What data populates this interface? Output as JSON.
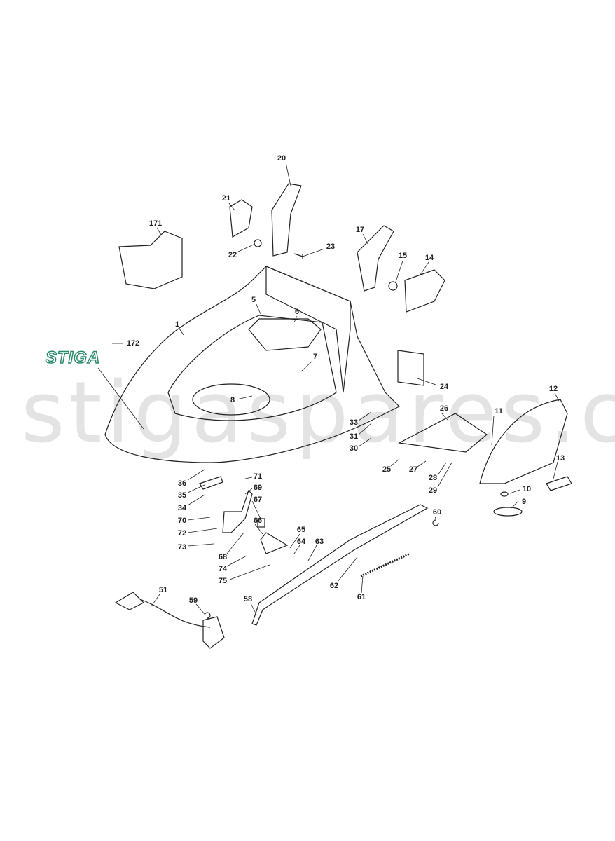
{
  "watermark": "stigaspares.co.uk",
  "logo_text": "STIGA",
  "colors": {
    "line": "#222222",
    "logo": "#2a8a6c",
    "watermark": "#e3e3e3"
  },
  "labels": {
    "p20": "20",
    "p21": "21",
    "p171": "171",
    "p22": "22",
    "p23": "23",
    "p17": "17",
    "p15": "15",
    "p14": "14",
    "p5": "5",
    "p6": "6",
    "p1": "1",
    "p172": "172",
    "p7": "7",
    "p24": "24",
    "p8": "8",
    "p26": "26",
    "p11": "11",
    "p12": "12",
    "p33": "33",
    "p31": "31",
    "p30": "30",
    "p25": "25",
    "p27": "27",
    "p28": "28",
    "p29": "29",
    "p13": "13",
    "p10": "10",
    "p9": "9",
    "p36": "36",
    "p35": "35",
    "p34": "34",
    "p71": "71",
    "p69": "69",
    "p67": "67",
    "p70": "70",
    "p66": "66",
    "p72": "72",
    "p65": "65",
    "p60": "60",
    "p64": "64",
    "p63": "63",
    "p73": "73",
    "p68": "68",
    "p74": "74",
    "p75": "75",
    "p62": "62",
    "p61": "61",
    "p58": "58",
    "p51": "51",
    "p59": "59"
  }
}
